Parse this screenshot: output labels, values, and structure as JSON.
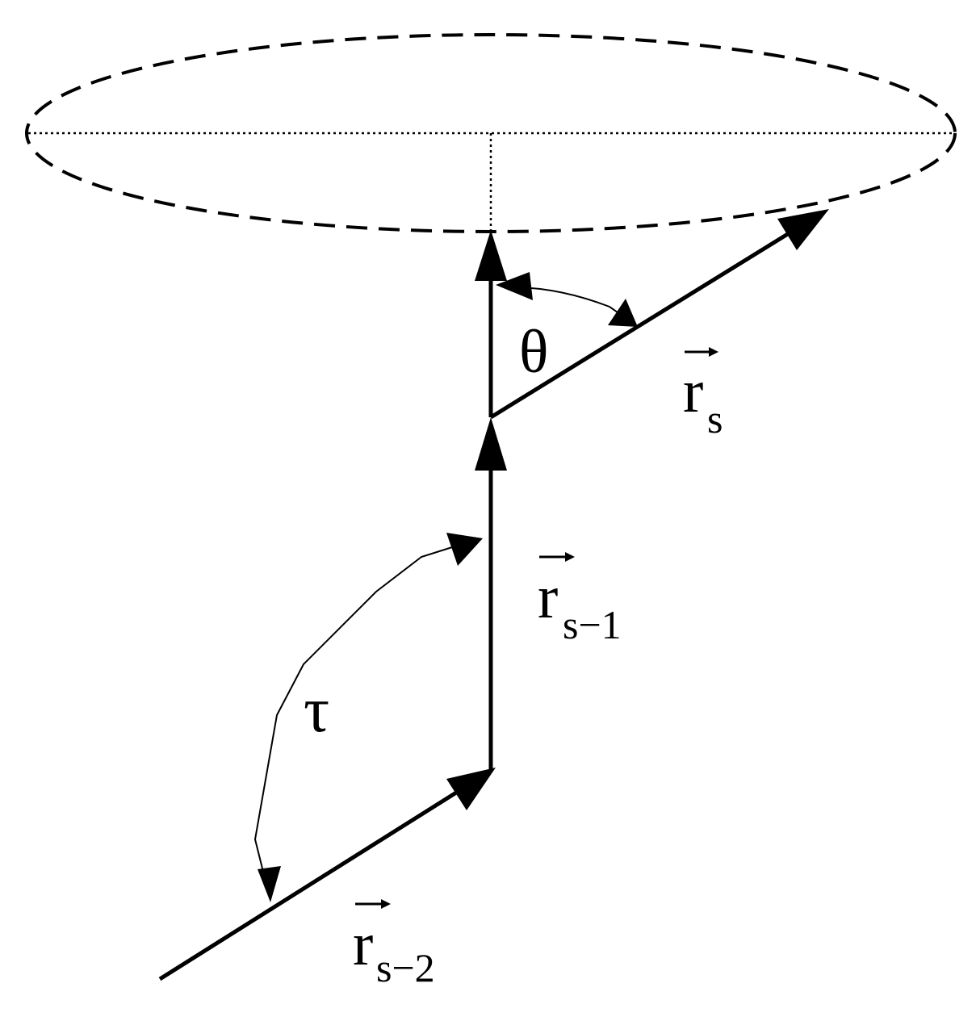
{
  "labels": {
    "theta": "θ",
    "tau": "τ",
    "r_s": {
      "base": "r",
      "sub": "s"
    },
    "r_s_minus_1": {
      "base": "r",
      "sub": "s−1"
    },
    "r_s_minus_2": {
      "base": "r",
      "sub": "s−2"
    }
  },
  "colors": {
    "ink": "#000000",
    "background": "#ffffff"
  }
}
